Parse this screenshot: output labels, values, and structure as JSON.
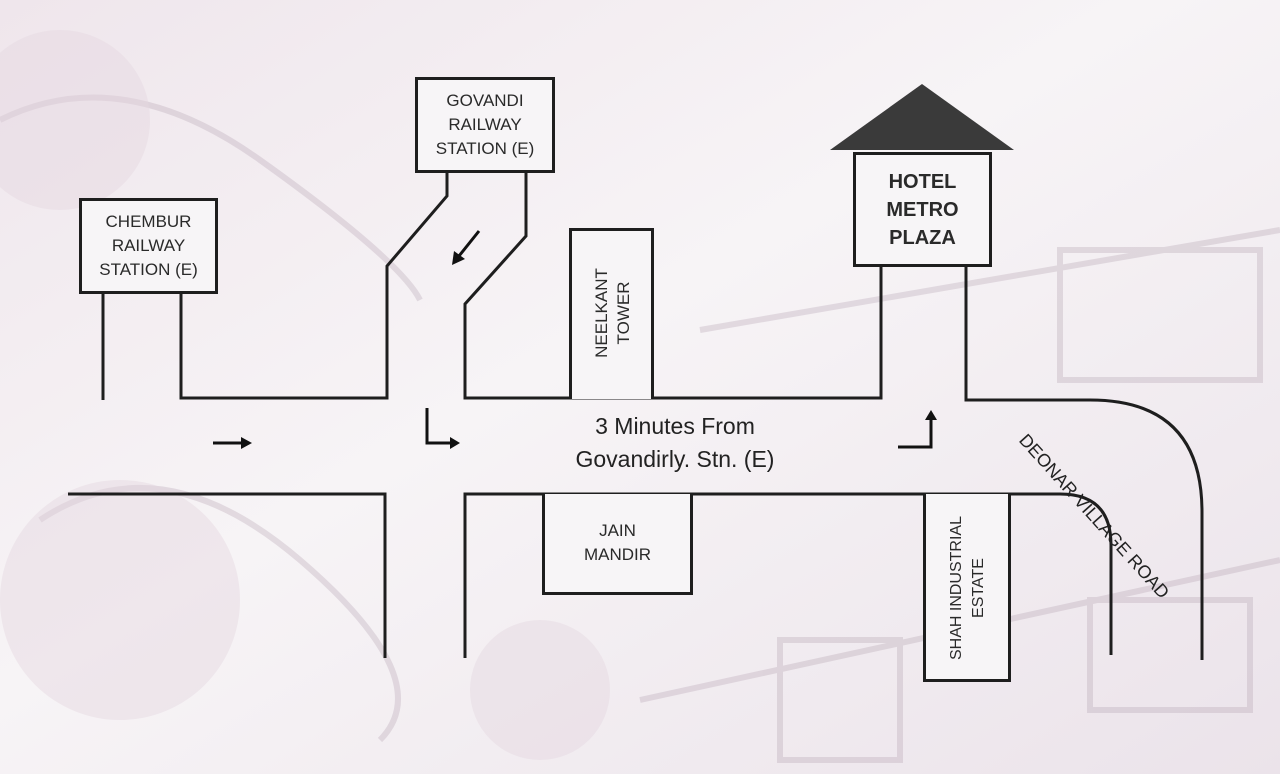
{
  "landmarks": {
    "chembur": "CHEMBUR\nRAILWAY\nSTATION (E)",
    "govandi": "GOVANDI\nRAILWAY\nSTATION (E)",
    "neelkant": "NEELKANT\nTOWER",
    "hotel": "HOTEL\nMETRO\nPLAZA",
    "jain": "JAIN\nMANDIR",
    "shah": "SHAH INDUSTRIAL\nESTATE"
  },
  "road_labels": {
    "distance_line1": "3 Minutes From",
    "distance_line2": "Govandirly. Stn. (E)",
    "deonar": "DEONAR VILLAGE ROAD"
  },
  "colors": {
    "line": "#1e1e1e",
    "roof": "#3a3a3a",
    "box_bg": "#f7f5f7",
    "background": "#f3eef2"
  },
  "icons": [
    "arrow-right-icon",
    "turn-down-right-icon",
    "arrow-down-left-icon",
    "turn-up-right-icon",
    "roof-icon"
  ]
}
